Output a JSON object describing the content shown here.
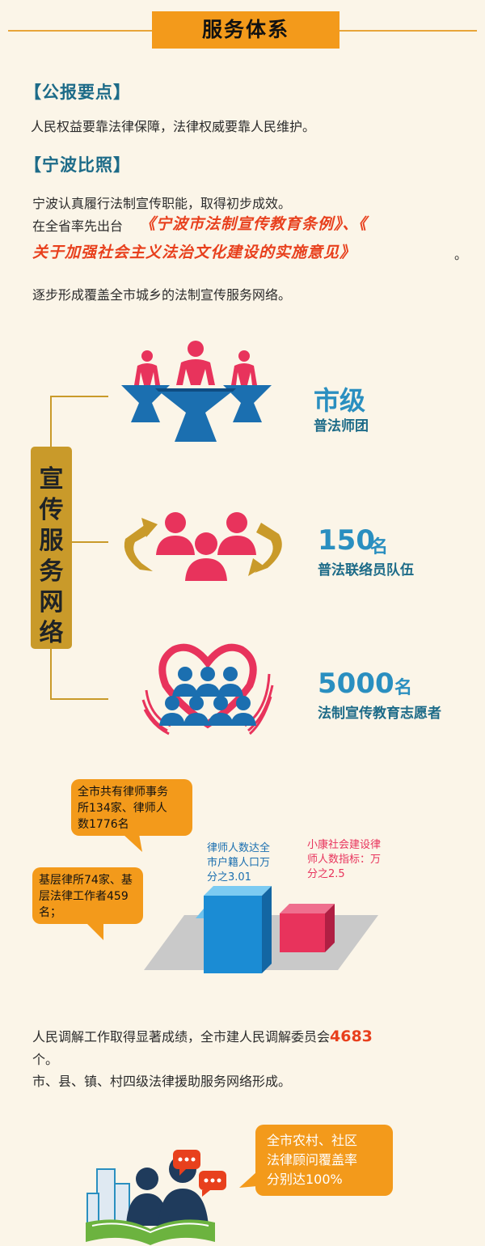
{
  "header": {
    "title": "服务体系"
  },
  "bulletin": {
    "title": "【公报要点】",
    "text": "人民权益要靠法律保障，法律权威要靠人民维护。"
  },
  "ningbo": {
    "title": "【宁波比照】",
    "line1": "宁波认真履行法制宣传职能，取得初步成效。",
    "line2_prefix": "在全省率先出台",
    "doc1": "《宁波市法制宣传教育条例》、《",
    "doc2": "关于加强社会主义法治文化建设的实施意见》",
    "doc2_end": "。",
    "line3": "逐步形成覆盖全市城乡的法制宣传服务网络。"
  },
  "network": {
    "vertical_label": [
      "宣",
      "传",
      "服",
      "务",
      "网",
      "络"
    ],
    "items": [
      {
        "main": "市级",
        "sub": "普法师团"
      },
      {
        "num": "150",
        "unit": "名",
        "sub": "普法联络员队伍"
      },
      {
        "num": "5000",
        "unit": "名",
        "sub": "法制宣传教育志愿者"
      }
    ]
  },
  "lawyers": {
    "bubble1": [
      "全市共有律师事务",
      "所134家、律师人",
      "数1776名"
    ],
    "bubble2": [
      "基层律所74家、基",
      "层法律工作者459",
      "名；"
    ],
    "bar_blue_label": [
      "律师人数达全",
      "市户籍人口万",
      "分之3.01"
    ],
    "bar_red_label": [
      "小康社会建设律",
      "师人数指标：万",
      "分之2.5"
    ]
  },
  "mediation": {
    "line1_prefix": "人民调解工作取得显著成绩，全市建人民调解委员会",
    "line1_num": "4683",
    "line1_end": "个。",
    "line2": "市、县、镇、村四级法律援助服务网络形成。"
  },
  "rural": {
    "bubble": [
      "全市农村、社区",
      "法律顾问覆盖率",
      "分别达100%"
    ]
  },
  "colors": {
    "orange": "#f39a1b",
    "blue": "#2a8fc0",
    "red": "#e8335c",
    "gold": "#c99a2a",
    "navy": "#1f3b5c"
  }
}
